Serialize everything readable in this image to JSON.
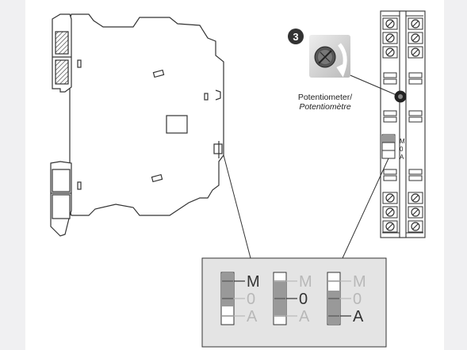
{
  "callout": {
    "number": "3",
    "label_en": "Potentiometer/",
    "label_fr": "Potentiomètre"
  },
  "device_switch": {
    "labels": [
      "M",
      "0",
      "A"
    ]
  },
  "switch_positions": [
    {
      "labels": [
        "M",
        "0",
        "A"
      ],
      "active": "M"
    },
    {
      "labels": [
        "M",
        "0",
        "A"
      ],
      "active": "0"
    },
    {
      "labels": [
        "M",
        "0",
        "A"
      ],
      "active": "A"
    }
  ],
  "colors": {
    "line": "#333333",
    "fill_gray": "#999999",
    "inset_bg": "#e4e4e4",
    "dim_text": "#b8b8b8",
    "callout_bg": "#333333"
  }
}
